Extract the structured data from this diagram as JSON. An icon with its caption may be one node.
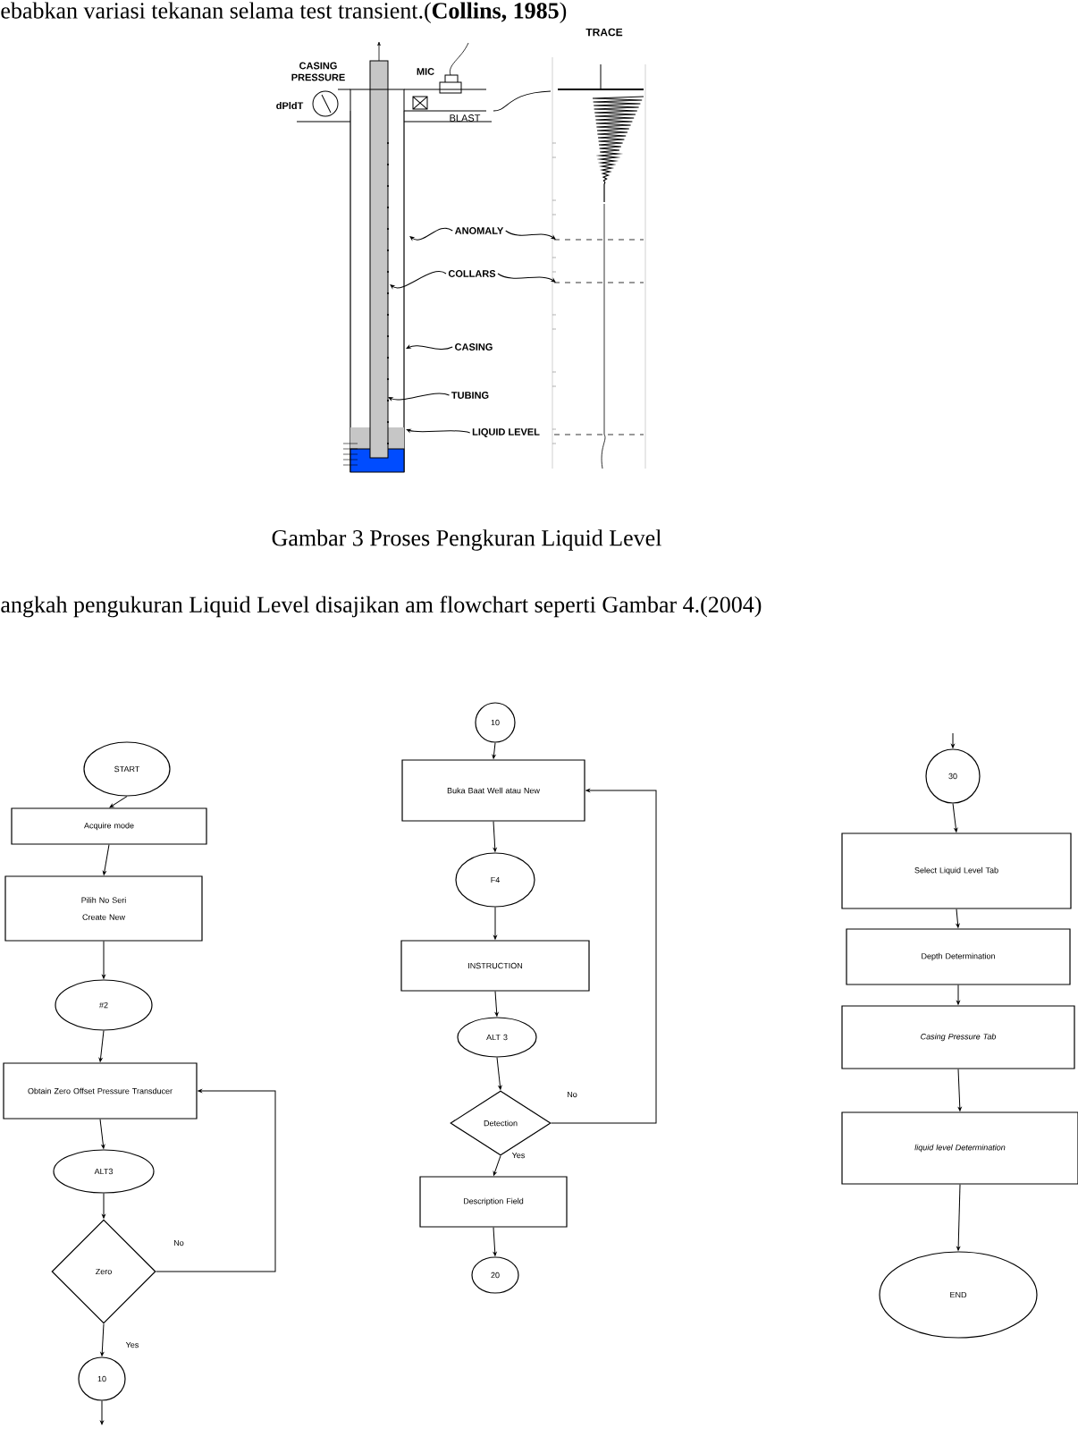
{
  "diagram": {
    "caption": "Gambar 3 Proses Pengkuran Liquid Level",
    "nodes": [
      {
        "text": [
          "ANOMALY"
        ]
      },
      {
        "text": [
          "COLLARS"
        ]
      },
      {
        "text": [
          "CASING"
        ]
      },
      {
        "text": [
          "TUBING"
        ]
      },
      {
        "text": [
          "LIQUID LEVEL"
        ]
      },
      {
        "text": [
          "START"
        ]
      },
      {
        "text": [
          "Acquire mode"
        ]
      },
      {
        "text": [
          "Pilih No Seri",
          "Create New"
        ]
      },
      {
        "text": [
          "#2"
        ]
      },
      {
        "text": [
          "Obtain Zero Offset Pressure Transducer"
        ]
      },
      {
        "text": [
          "ALT3"
        ]
      },
      {
        "text": [
          "Zero"
        ]
      },
      {
        "text": [
          "10"
        ]
      },
      {
        "text": [
          "10"
        ]
      },
      {
        "text": [
          "Buka Baat Well atau New"
        ]
      },
      {
        "text": [
          "F4"
        ]
      },
      {
        "text": [
          "INSTRUCTION"
        ]
      },
      {
        "text": [
          "ALT 3"
        ]
      },
      {
        "text": [
          "Detection"
        ]
      },
      {
        "text": [
          "Description Field"
        ]
      },
      {
        "text": [
          "20"
        ]
      },
      {
        "text": [
          "30"
        ]
      },
      {
        "text": [
          "Select Liquid Level Tab"
        ]
      },
      {
        "text": [
          "Depth Determination"
        ]
      },
      {
        "text": [
          "Casing Pressure Tab"
        ]
      },
      {
        "text": [
          "liquid level Determination"
        ]
      },
      {
        "text": [
          "END"
        ]
      }
    ],
    "edges": [
      {
        "from": 0,
        "to": null,
        "arrow": "to"
      },
      {
        "from": 0,
        "to": null,
        "arrow": "to"
      },
      {
        "from": 1,
        "to": null,
        "arrow": "to"
      },
      {
        "from": 1,
        "to": null,
        "arrow": "to"
      },
      {
        "from": 2,
        "to": null,
        "arrow": "to"
      },
      {
        "from": 3,
        "to": null,
        "arrow": "to"
      },
      {
        "from": 4,
        "to": null,
        "arrow": "to"
      },
      {
        "from": 5,
        "to": 6,
        "arrow": "to"
      },
      {
        "from": 6,
        "to": 7,
        "arrow": "to"
      },
      {
        "from": 7,
        "to": 8,
        "arrow": "to"
      },
      {
        "from": 8,
        "to": 9,
        "arrow": "to"
      },
      {
        "from": 9,
        "to": 10,
        "arrow": "to"
      },
      {
        "from": 10,
        "to": 11,
        "arrow": "to"
      },
      {
        "from": 11,
        "to": 12,
        "arrow": "to",
        "label": "Yes"
      },
      {
        "from": 11,
        "to": 9,
        "arrow": "to",
        "label": "No"
      },
      {
        "from": 12,
        "to": null,
        "arrow": "to"
      },
      {
        "from": 13,
        "to": 14,
        "arrow": "to"
      },
      {
        "from": 14,
        "to": 15,
        "arrow": "to"
      },
      {
        "from": 15,
        "to": 16,
        "arrow": "to"
      },
      {
        "from": 16,
        "to": 17,
        "arrow": "to"
      },
      {
        "from": 17,
        "to": 18,
        "arrow": "to"
      },
      {
        "from": 18,
        "to": 19,
        "arrow": "to",
        "label": "Yes"
      },
      {
        "from": 18,
        "to": 14,
        "arrow": "to",
        "label": "No"
      },
      {
        "from": 19,
        "to": 20,
        "arrow": "to"
      },
      {
        "from": null,
        "to": 21,
        "arrow": "to"
      },
      {
        "from": 21,
        "to": 22,
        "arrow": "to"
      },
      {
        "from": 22,
        "to": 23,
        "arrow": "to"
      },
      {
        "from": 23,
        "to": 24,
        "arrow": "to"
      },
      {
        "from": 24,
        "to": 25,
        "arrow": "to"
      },
      {
        "from": 25,
        "to": 26,
        "arrow": "to"
      }
    ],
    "labels": [
      "ebabkan variasi tekanan selama test transient.(**Collins, 1985**)",
      "CASING PRESSURE",
      "dPldT",
      "MIC",
      "BLAST",
      "TRACE",
      "angkah pengukuran Liquid Level disajikan am flowchart seperti Gambar 4.(2004)"
    ]
  }
}
